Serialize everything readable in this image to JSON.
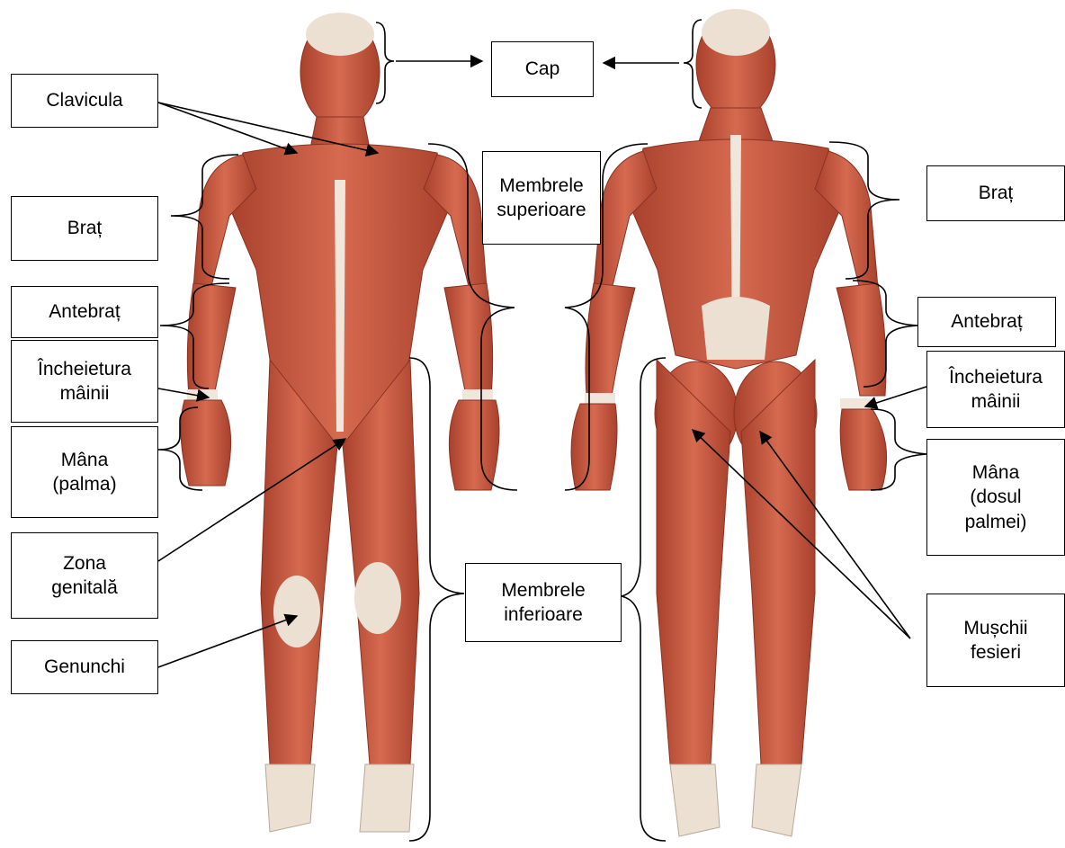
{
  "labels": {
    "cap": "Cap",
    "clavicula": "Clavicula",
    "brat_front": "Braț",
    "antebrat_front": "Antebraț",
    "incheietura_front": "Încheietura\nmâinii",
    "mana_palma": "Mâna\n(palma)",
    "zona_genitala": "Zona\ngenitală",
    "genunchi": "Genunchi",
    "membrele_superioare": "Membrele\nsuperioare",
    "membrele_inferioare": "Membrele\ninferioare",
    "brat_back": "Braț",
    "antebrat_back": "Antebraț",
    "incheietura_back": "Încheietura\nmâinii",
    "mana_dosul": "Mâna\n(dosul\npalmei)",
    "muschii_fesieri": "Mușchii\nfesieri"
  },
  "colors": {
    "muscle": "#c8553d",
    "muscle_dark": "#9c3a28",
    "muscle_light": "#e08a6f",
    "tendon": "#f1e6dc",
    "line": "#000000"
  }
}
